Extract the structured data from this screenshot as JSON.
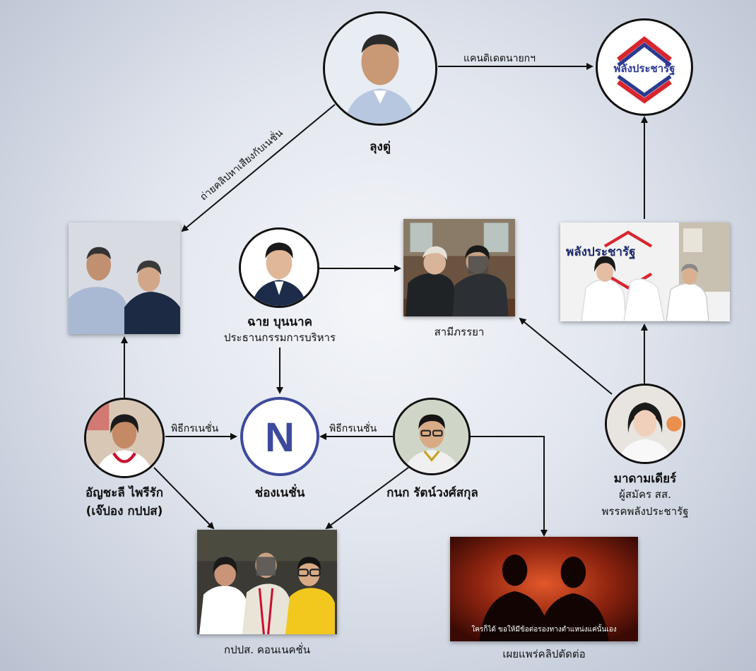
{
  "nodes": {
    "prayut": {
      "name": "ลุงตู่"
    },
    "palang_logo": {
      "logo_text": "พลังประชารัฐ"
    },
    "photo_prayut_anchalee": {},
    "chai": {
      "name": "ฉาย บุนนาค",
      "role": "ประธานกรรมการบริหาร"
    },
    "spouse_photo": {
      "caption": "สามีภรรยา"
    },
    "party_event_photo": {
      "sign_text": "พลังประชารัฐ"
    },
    "anchalee": {
      "name_line1": "อัญชะลี ไพรีรัก",
      "name_line2": "(เจ๊ปอง กปปส)"
    },
    "nation_channel": {
      "logo_letter": "N",
      "name": "ช่องเนชั่น"
    },
    "kanok": {
      "name": "กนก รัตน์วงศ์สกุล"
    },
    "madam_dear": {
      "name": "มาดามเดียร์",
      "role_line1": "ผู้สมัคร สส.",
      "role_line2": "พรรคพลังประชารัฐ"
    },
    "kpps_photo": {
      "caption": "กปปส. คอนเนคชั่น"
    },
    "clip_photo": {
      "subtitle": "ใครก็ได้ ขอให้มีข้อต่อรองทางตำแหน่งแค่นั้นเอง",
      "caption": "เผยแพร่คลิปตัดต่อ"
    }
  },
  "edges": {
    "candidate": "แคนดิเดตนายกฯ",
    "clip_sound": "ถ่ายคลิปหาเสียงกับเนชั่น",
    "host_left": "พิธีกรเนชั่น",
    "host_right": "พิธีกรเนชั่น"
  },
  "colors": {
    "arrow": "#111111",
    "nation_logo": "#3d4a9c",
    "palang_blue": "#2b3990",
    "palang_red": "#d7262e"
  }
}
